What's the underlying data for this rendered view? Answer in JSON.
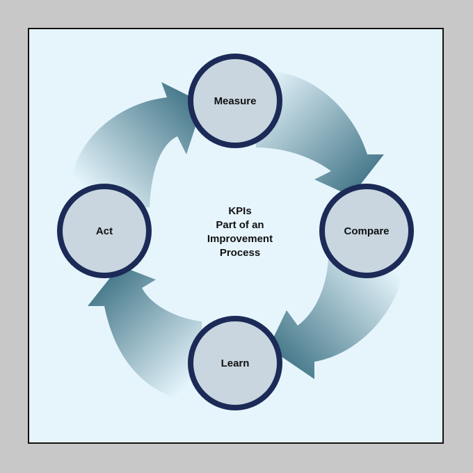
{
  "center": {
    "line1": "KPIs",
    "line2": "Part of an",
    "line3": "Improvement",
    "line4": "Process"
  },
  "nodes": {
    "measure": "Measure",
    "compare": "Compare",
    "learn": "Learn",
    "act": "Act"
  },
  "colors": {
    "page_background": "#c8c8c8",
    "panel_background": "#e6f5fc",
    "circle_fill": "#c9d6df",
    "circle_border": "#1c2a57",
    "arrow_dark": "#3f7385",
    "arrow_light": "#e6f5fc"
  }
}
